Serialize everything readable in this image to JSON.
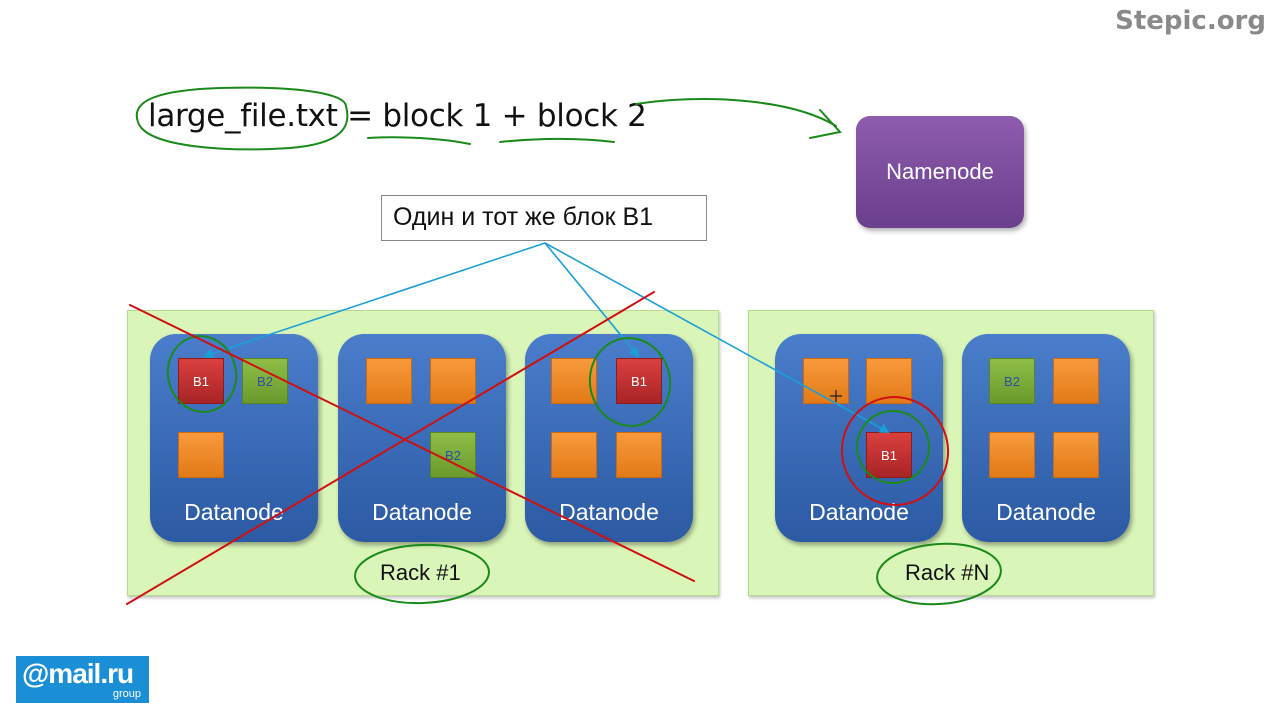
{
  "brand": "Stepic.org",
  "formula": "large_file.txt = block 1 + block 2",
  "namenode": "Namenode",
  "callout": "Один и тот же блок B1",
  "racks": [
    {
      "label": "Rack #1"
    },
    {
      "label": "Rack #N"
    }
  ],
  "datanode_label": "Datanode",
  "blocks": {
    "b1": "B1",
    "b2": "B2"
  },
  "logo": {
    "main": "@mail.ru",
    "sub": "group"
  },
  "colors": {
    "rack_bg": "#d9f5b8",
    "datanode": "#3a6cba",
    "namenode": "#7b4ca0",
    "block_replica": "#c0302f",
    "block_b2": "#7cae3a",
    "block_other": "#f08a2a",
    "pointer_arrow": "#1aa0d8",
    "pen_green": "#1a8a1a",
    "pen_red": "#d01010"
  }
}
